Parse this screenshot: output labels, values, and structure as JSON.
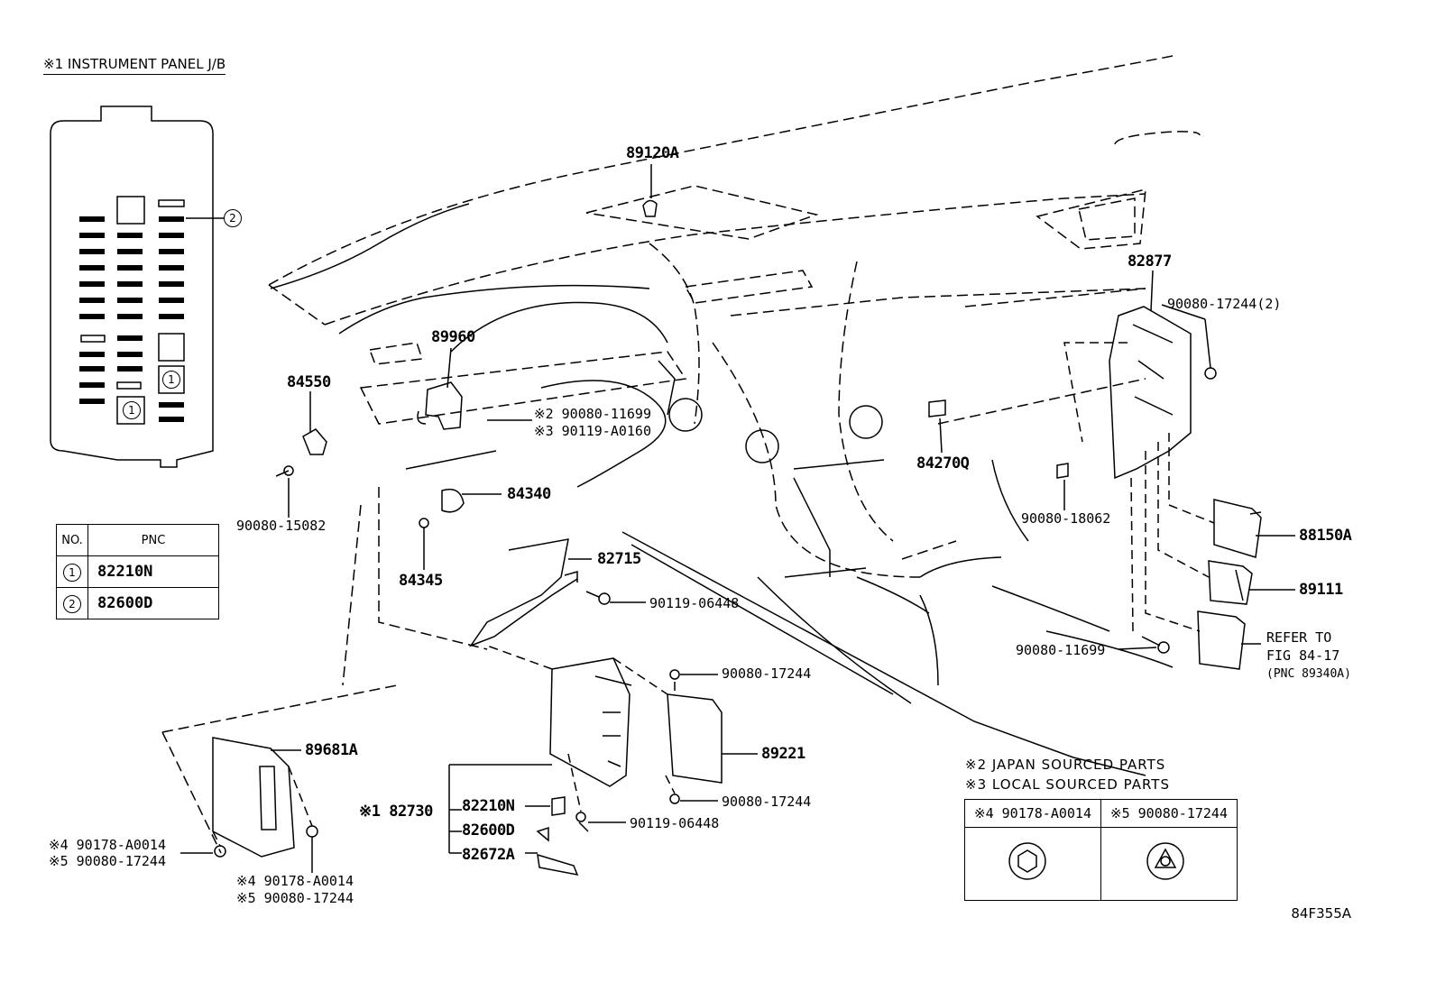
{
  "header": {
    "title": "※1 INSTRUMENT PANEL J/B"
  },
  "pnc_table": {
    "col_no": "NO.",
    "col_pnc": "PNC",
    "rows": [
      {
        "no": "1",
        "pnc": "82210N"
      },
      {
        "no": "2",
        "pnc": "82600D"
      }
    ]
  },
  "callouts": {
    "jb_callout_2": "2",
    "jb_callout_1a": "1",
    "jb_callout_1b": "1"
  },
  "labels": {
    "p89120A": "89120A",
    "p82877": "82877",
    "p90080_17244_2": "90080-17244(2)",
    "p89960": "89960",
    "p84550": "84550",
    "p90080_11699_j": "※2 90080-11699",
    "p90119_A0160": "※3 90119-A0160",
    "p84270Q": "84270Q",
    "p90080_18062": "90080-18062",
    "p88150A": "88150A",
    "p84340": "84340",
    "p90080_15082": "90080-15082",
    "p84345": "84345",
    "p82715": "82715",
    "p90119_06448_a": "90119-06448",
    "p89111": "89111",
    "p90080_11699": "90080-11699",
    "refer_1": "REFER TO",
    "refer_2": "FIG 84-17",
    "refer_3": "(PNC 89340A)",
    "p90080_17244_a": "90080-17244",
    "p89221": "89221",
    "p89681A": "89681A",
    "p90080_17244_b": "90080-17244",
    "p82730": "※1 82730",
    "p82210N": "82210N",
    "p82600D": "82600D",
    "p82672A": "82672A",
    "p90119_06448_b": "90119-06448",
    "p90178_A0014_l1": "※4 90178-A0014",
    "p90080_17244_l1": "※5 90080-17244",
    "p90178_A0014_l2": "※4 90178-A0014",
    "p90080_17244_l2": "※5 90080-17244"
  },
  "notes": {
    "japan": "※2 JAPAN SOURCED PARTS",
    "local": "※3 LOCAL SOURCED PARTS"
  },
  "nut_table": {
    "col_4": "※4 90178-A0014",
    "col_5": "※5 90080-17244"
  },
  "figure_code": "84F355A"
}
